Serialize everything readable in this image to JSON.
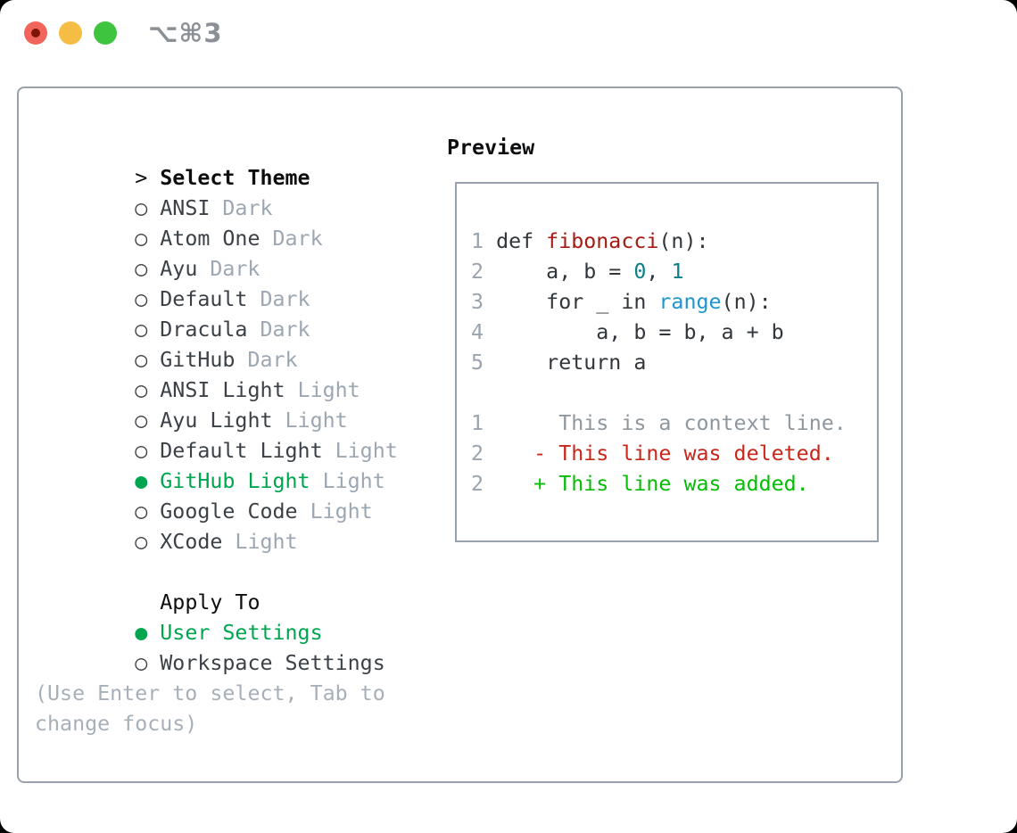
{
  "colors": {
    "accent-green": "#00a64f",
    "diff-add-green": "#06bd06",
    "diff-del-red": "#c9261a",
    "fn-red": "#a51b12",
    "num-teal": "#0e7f88",
    "builtin-blue": "#1e95cf",
    "code-ink": "#31363b",
    "title-ink": "#0c0e10",
    "name-ink": "#3b4147",
    "suffix-gray": "#9ca7b3",
    "hint-gray": "#a7b0ba",
    "border-gray": "#99a2ac",
    "lnum-gray": "#9aa4ae",
    "context-gray": "#8f979e",
    "shortcut-gray": "#8a9096",
    "tl-red": "#f2655c",
    "tl-red-dot": "#7e150a",
    "tl-yellow": "#f6bd45",
    "tl-green": "#3ec43f"
  },
  "titlebar": {
    "shortcut": "⌥⌘3"
  },
  "theme_list": {
    "prompt": ">",
    "title": "Select Theme",
    "items": [
      {
        "marker": "○",
        "name": "ANSI",
        "variant": "Dark",
        "selected": false
      },
      {
        "marker": "○",
        "name": "Atom One",
        "variant": "Dark",
        "selected": false
      },
      {
        "marker": "○",
        "name": "Ayu",
        "variant": "Dark",
        "selected": false
      },
      {
        "marker": "○",
        "name": "Default",
        "variant": "Dark",
        "selected": false
      },
      {
        "marker": "○",
        "name": "Dracula",
        "variant": "Dark",
        "selected": false
      },
      {
        "marker": "○",
        "name": "GitHub",
        "variant": "Dark",
        "selected": false
      },
      {
        "marker": "○",
        "name": "ANSI Light",
        "variant": "Light",
        "selected": false
      },
      {
        "marker": "○",
        "name": "Ayu Light",
        "variant": "Light",
        "selected": false
      },
      {
        "marker": "○",
        "name": "Default Light",
        "variant": "Light",
        "selected": false
      },
      {
        "marker": "●",
        "name": "GitHub Light",
        "variant": "Light",
        "selected": true
      },
      {
        "marker": "○",
        "name": "Google Code",
        "variant": "Light",
        "selected": false
      },
      {
        "marker": "○",
        "name": "XCode",
        "variant": "Light",
        "selected": false
      }
    ]
  },
  "apply_to": {
    "title": "Apply To",
    "options": [
      {
        "marker": "●",
        "label": "User Settings",
        "selected": true
      },
      {
        "marker": "○",
        "label": "Workspace Settings",
        "selected": false
      }
    ]
  },
  "hint": {
    "line1": "(Use Enter to select, Tab to",
    "line2": "change focus)"
  },
  "preview": {
    "title": "Preview",
    "lines": {
      "l1": {
        "num": "1 ",
        "s1": "def ",
        "fn": "fibonacci",
        "s2": "(n):"
      },
      "l2": {
        "num": "2 ",
        "s1": "    a, b = ",
        "n1": "0",
        "s2": ", ",
        "n2": "1"
      },
      "l3": {
        "num": "3 ",
        "s1": "    for _ in ",
        "b1": "range",
        "s2": "(n):"
      },
      "l4": {
        "num": "4 ",
        "s1": "        a, b = b, a + b"
      },
      "l5": {
        "num": "5 ",
        "s1": "    return a"
      },
      "ctx": {
        "num": "1 ",
        "text": "     This is a context line."
      },
      "del": {
        "num": "2 ",
        "text": "   - This line was deleted."
      },
      "add": {
        "num": "2 ",
        "text": "   + This line was added."
      }
    }
  }
}
